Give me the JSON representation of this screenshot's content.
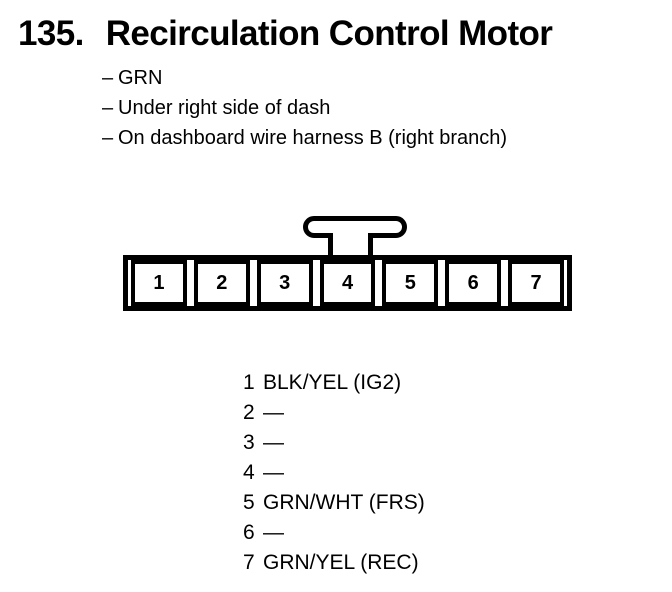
{
  "page": {
    "background_color": "#ffffff",
    "ink_color": "#000000"
  },
  "header": {
    "section_number": "135.",
    "title": "Recirculation Control Motor"
  },
  "notes": {
    "dash": "–",
    "items": [
      "GRN",
      "Under right side of dash",
      "On dashboard wire harness B (right branch)"
    ]
  },
  "connector": {
    "pins": [
      "1",
      "2",
      "3",
      "4",
      "5",
      "6",
      "7"
    ]
  },
  "legend": {
    "rows": [
      {
        "pin": "1",
        "wire": "BLK/YEL (IG2)"
      },
      {
        "pin": "2",
        "wire": "—"
      },
      {
        "pin": "3",
        "wire": "—"
      },
      {
        "pin": "4",
        "wire": "—"
      },
      {
        "pin": "5",
        "wire": "GRN/WHT (FRS)"
      },
      {
        "pin": "6",
        "wire": "—"
      },
      {
        "pin": "7",
        "wire": "GRN/YEL (REC)"
      }
    ]
  }
}
